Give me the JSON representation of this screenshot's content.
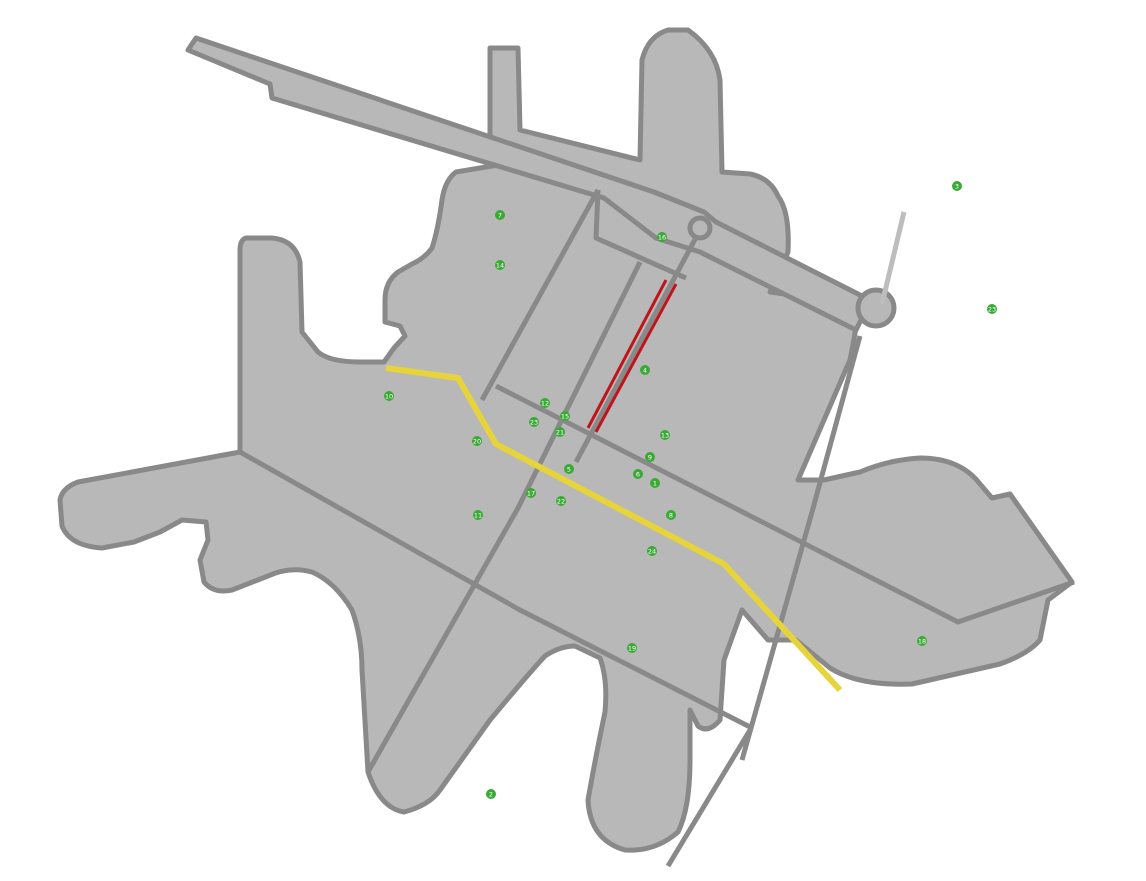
{
  "map": {
    "colors": {
      "land": "#b8b8b8",
      "outline": "#898989",
      "route_yellow": "#e6d43a",
      "route_red": "#c0141c",
      "marker": "#3aaa35",
      "background": "#ffffff"
    },
    "markers": [
      {
        "id": "m1",
        "label": "1"
      },
      {
        "id": "m2",
        "label": "2"
      },
      {
        "id": "m3",
        "label": "3"
      },
      {
        "id": "m4",
        "label": "4"
      },
      {
        "id": "m5",
        "label": "5"
      },
      {
        "id": "m6",
        "label": "6"
      },
      {
        "id": "m7",
        "label": "7"
      },
      {
        "id": "m8",
        "label": "8"
      },
      {
        "id": "m9",
        "label": "9"
      },
      {
        "id": "m10",
        "label": "10"
      },
      {
        "id": "m11",
        "label": "11"
      },
      {
        "id": "m12",
        "label": "12"
      },
      {
        "id": "m13",
        "label": "13"
      },
      {
        "id": "m14",
        "label": "14"
      },
      {
        "id": "m15",
        "label": "15"
      },
      {
        "id": "m16",
        "label": "16"
      },
      {
        "id": "m17",
        "label": "17"
      },
      {
        "id": "m18",
        "label": "18"
      },
      {
        "id": "m19",
        "label": "19"
      },
      {
        "id": "m20",
        "label": "20"
      },
      {
        "id": "m21",
        "label": "21"
      },
      {
        "id": "m22",
        "label": "22"
      },
      {
        "id": "m23a",
        "label": "23"
      },
      {
        "id": "m23b",
        "label": "23"
      },
      {
        "id": "m24",
        "label": "24"
      }
    ]
  }
}
